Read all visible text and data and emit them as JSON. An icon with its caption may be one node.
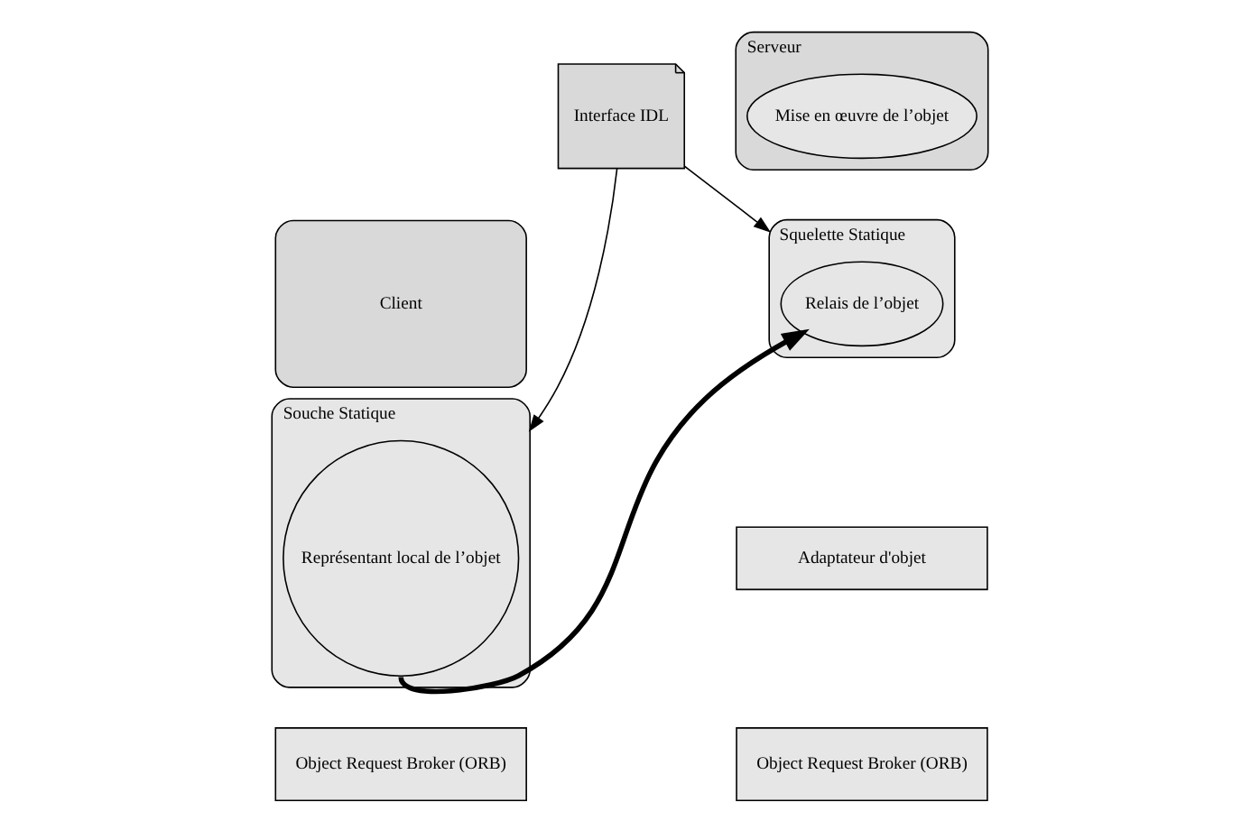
{
  "diagram": {
    "nodes": [
      {
        "text": [
          "Client"
        ]
      },
      {
        "text": [
          "Serveur"
        ]
      },
      {
        "text": [
          "Mise en œuvre de l’objet"
        ],
        "in": 1
      },
      {
        "text": [
          "Interface IDL"
        ]
      },
      {
        "text": [
          "Souche Statique"
        ]
      },
      {
        "text": [
          "Représentant local de l’objet"
        ],
        "in": 4
      },
      {
        "text": [
          "Squelette Statique"
        ]
      },
      {
        "text": [
          "Relais de l’objet"
        ],
        "in": 6
      },
      {
        "text": [
          "Adaptateur d'objet"
        ]
      },
      {
        "text": [
          "Object Request Broker (ORB)"
        ]
      },
      {
        "text": [
          "Object Request Broker (ORB)"
        ]
      }
    ],
    "edges": [
      {
        "from": 3,
        "to": 4,
        "arrow": "to"
      },
      {
        "from": 3,
        "to": 6,
        "arrow": "to"
      },
      {
        "from": 5,
        "to": 7,
        "arrow": "to",
        "style": "thick"
      }
    ]
  }
}
